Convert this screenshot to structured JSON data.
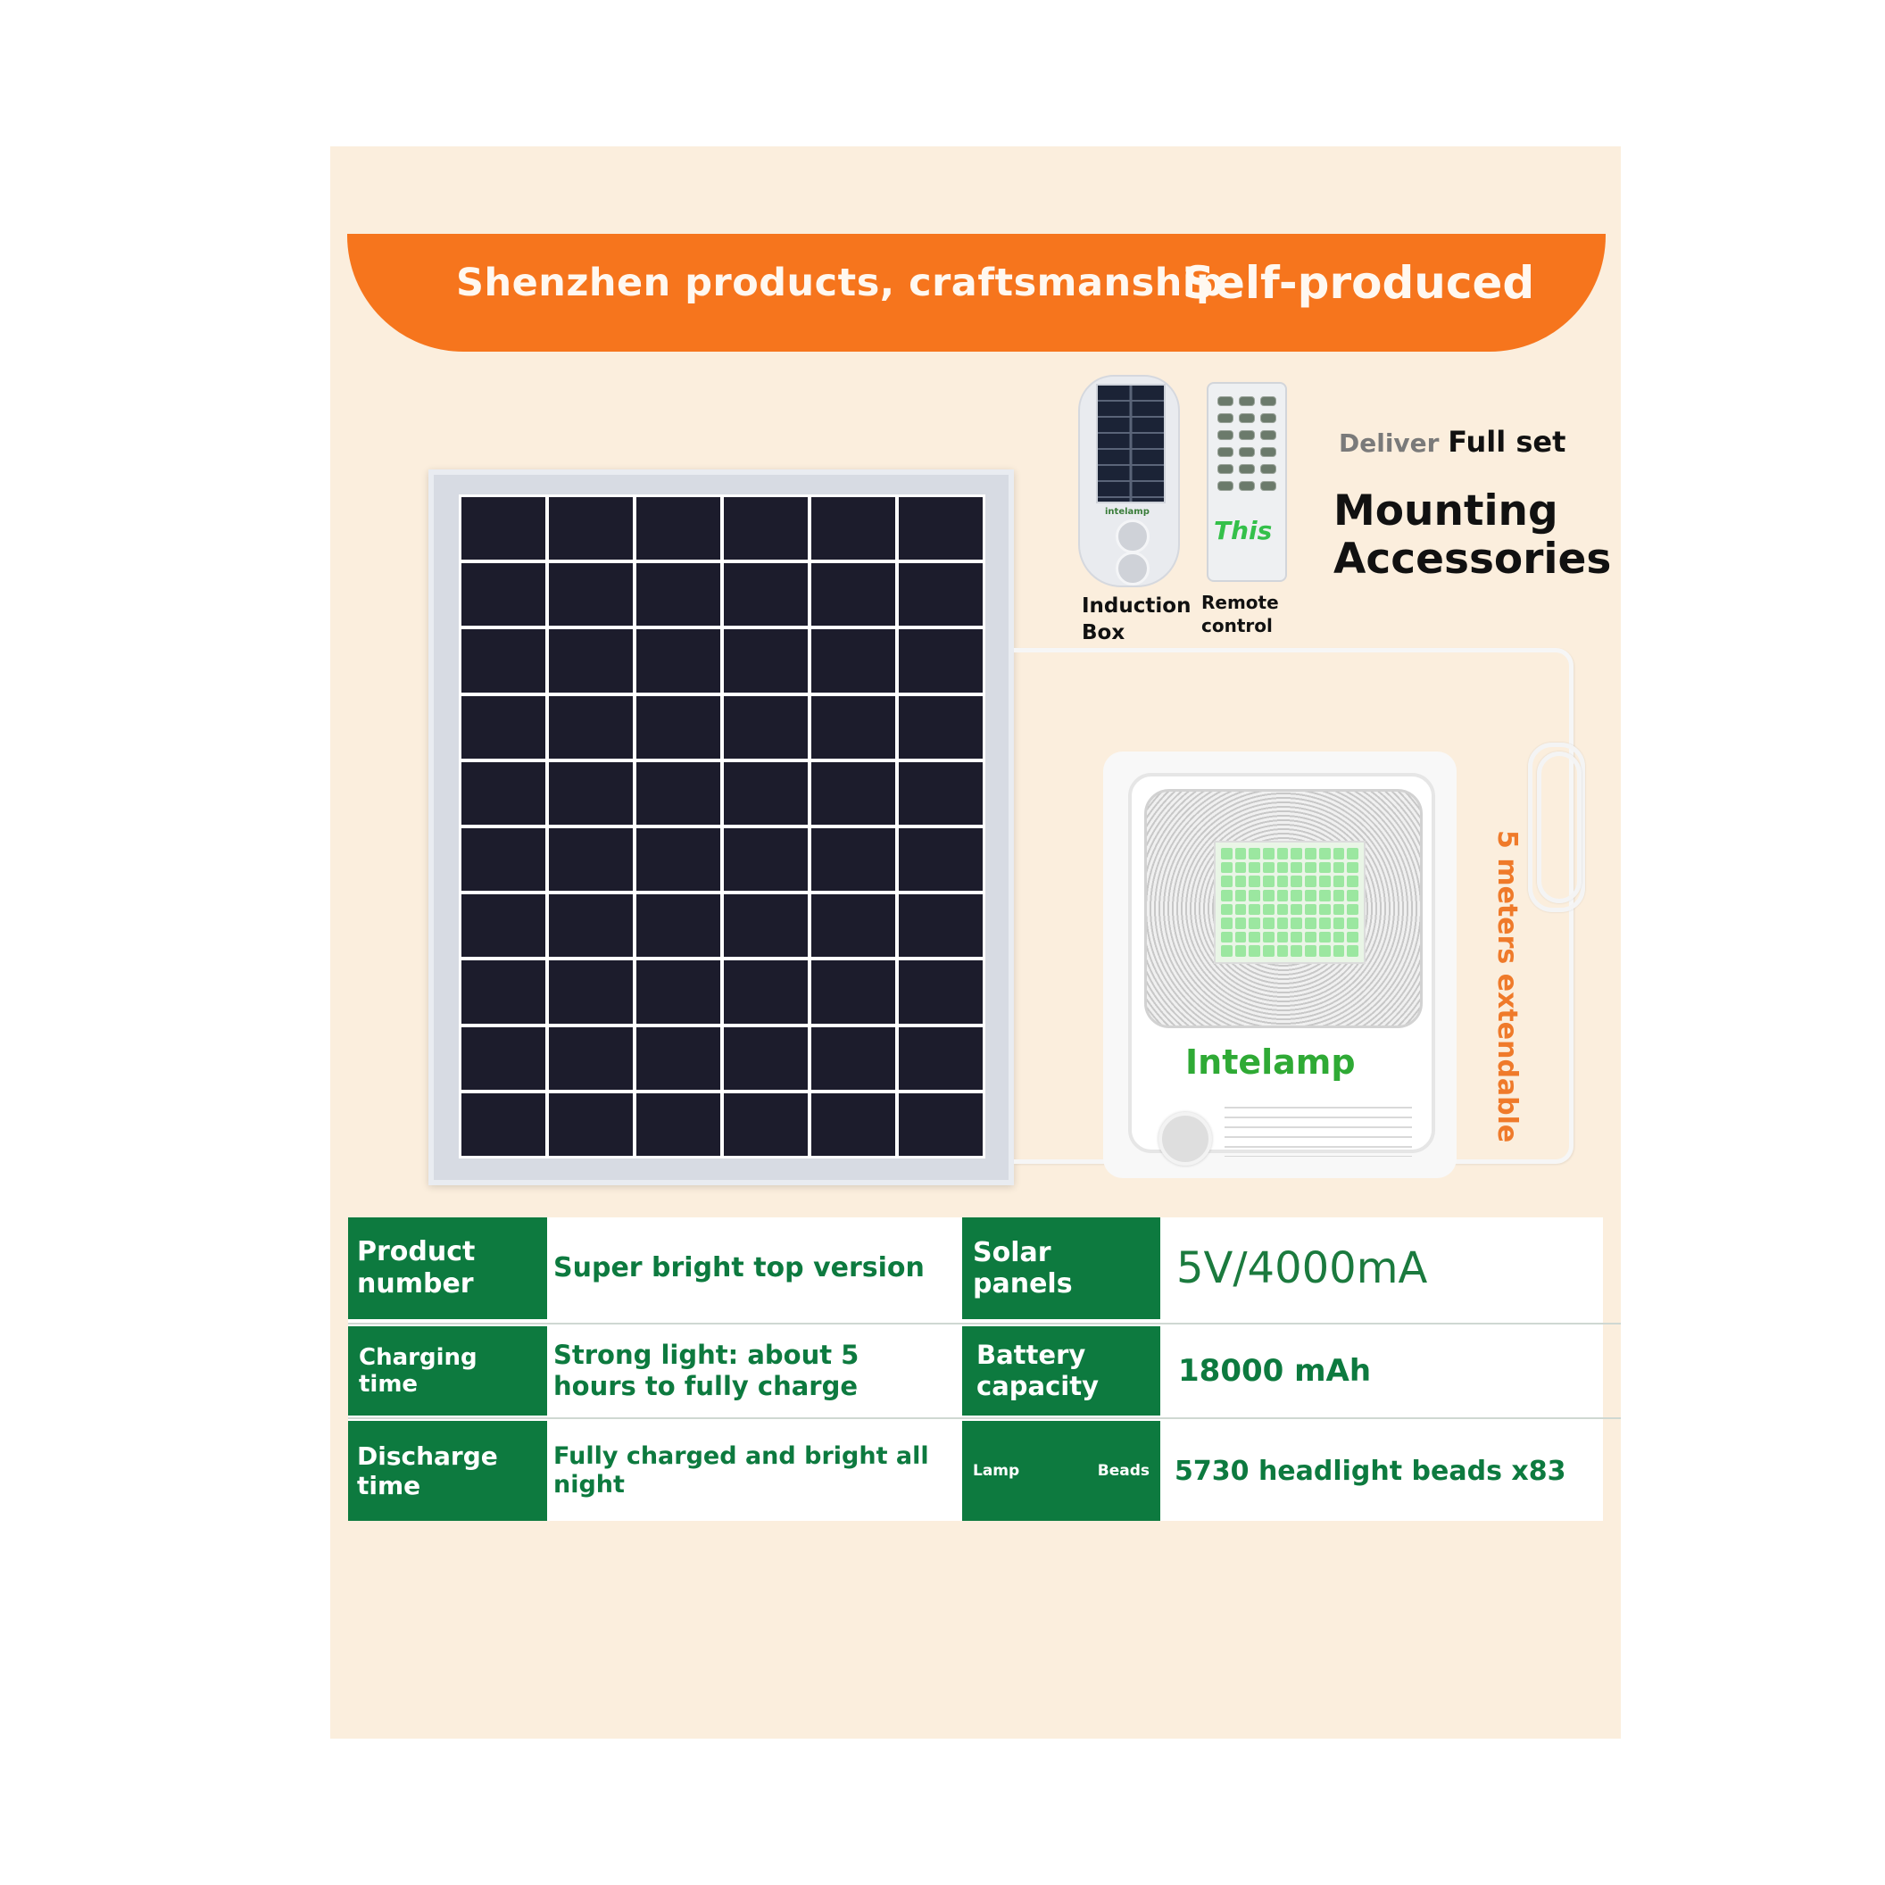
{
  "banner": {
    "left_text": "Shenzhen products, craftsmanship",
    "right_text": "Self-produced"
  },
  "accessories": {
    "induction_box_brand": "intelamp",
    "induction_box_label": "Induction Box",
    "remote_label": "Remote control",
    "remote_text": "This",
    "deliver_prefix": "Deliver",
    "deliver_bold": "Full set",
    "mounting_line1": "Mounting",
    "mounting_line2": "Accessories"
  },
  "cable": {
    "label": "5 meters extendable"
  },
  "lamp": {
    "brand": "Intelamp"
  },
  "specs": {
    "rows": [
      {
        "left_label": "Product number",
        "left_value": "Super bright top version",
        "right_label": "Solar panels",
        "right_value": "5V/4000mA"
      },
      {
        "left_label": "Charging time",
        "left_value": "Strong light: about 5 hours to fully charge",
        "right_label": "Battery capacity",
        "right_value": "18000 mAh"
      },
      {
        "left_label": "Discharge time",
        "left_value": "Fully charged and bright all night",
        "right_label_a": "Lamp",
        "right_label_b": "Beads",
        "right_value": "5730 headlight beads x83"
      }
    ]
  },
  "colors": {
    "banner": "#f6751d",
    "card_background": "#fbeedd",
    "table_green": "#0d7a3f",
    "brand_green": "#2faa35",
    "cable_label": "#ef7a2a"
  }
}
